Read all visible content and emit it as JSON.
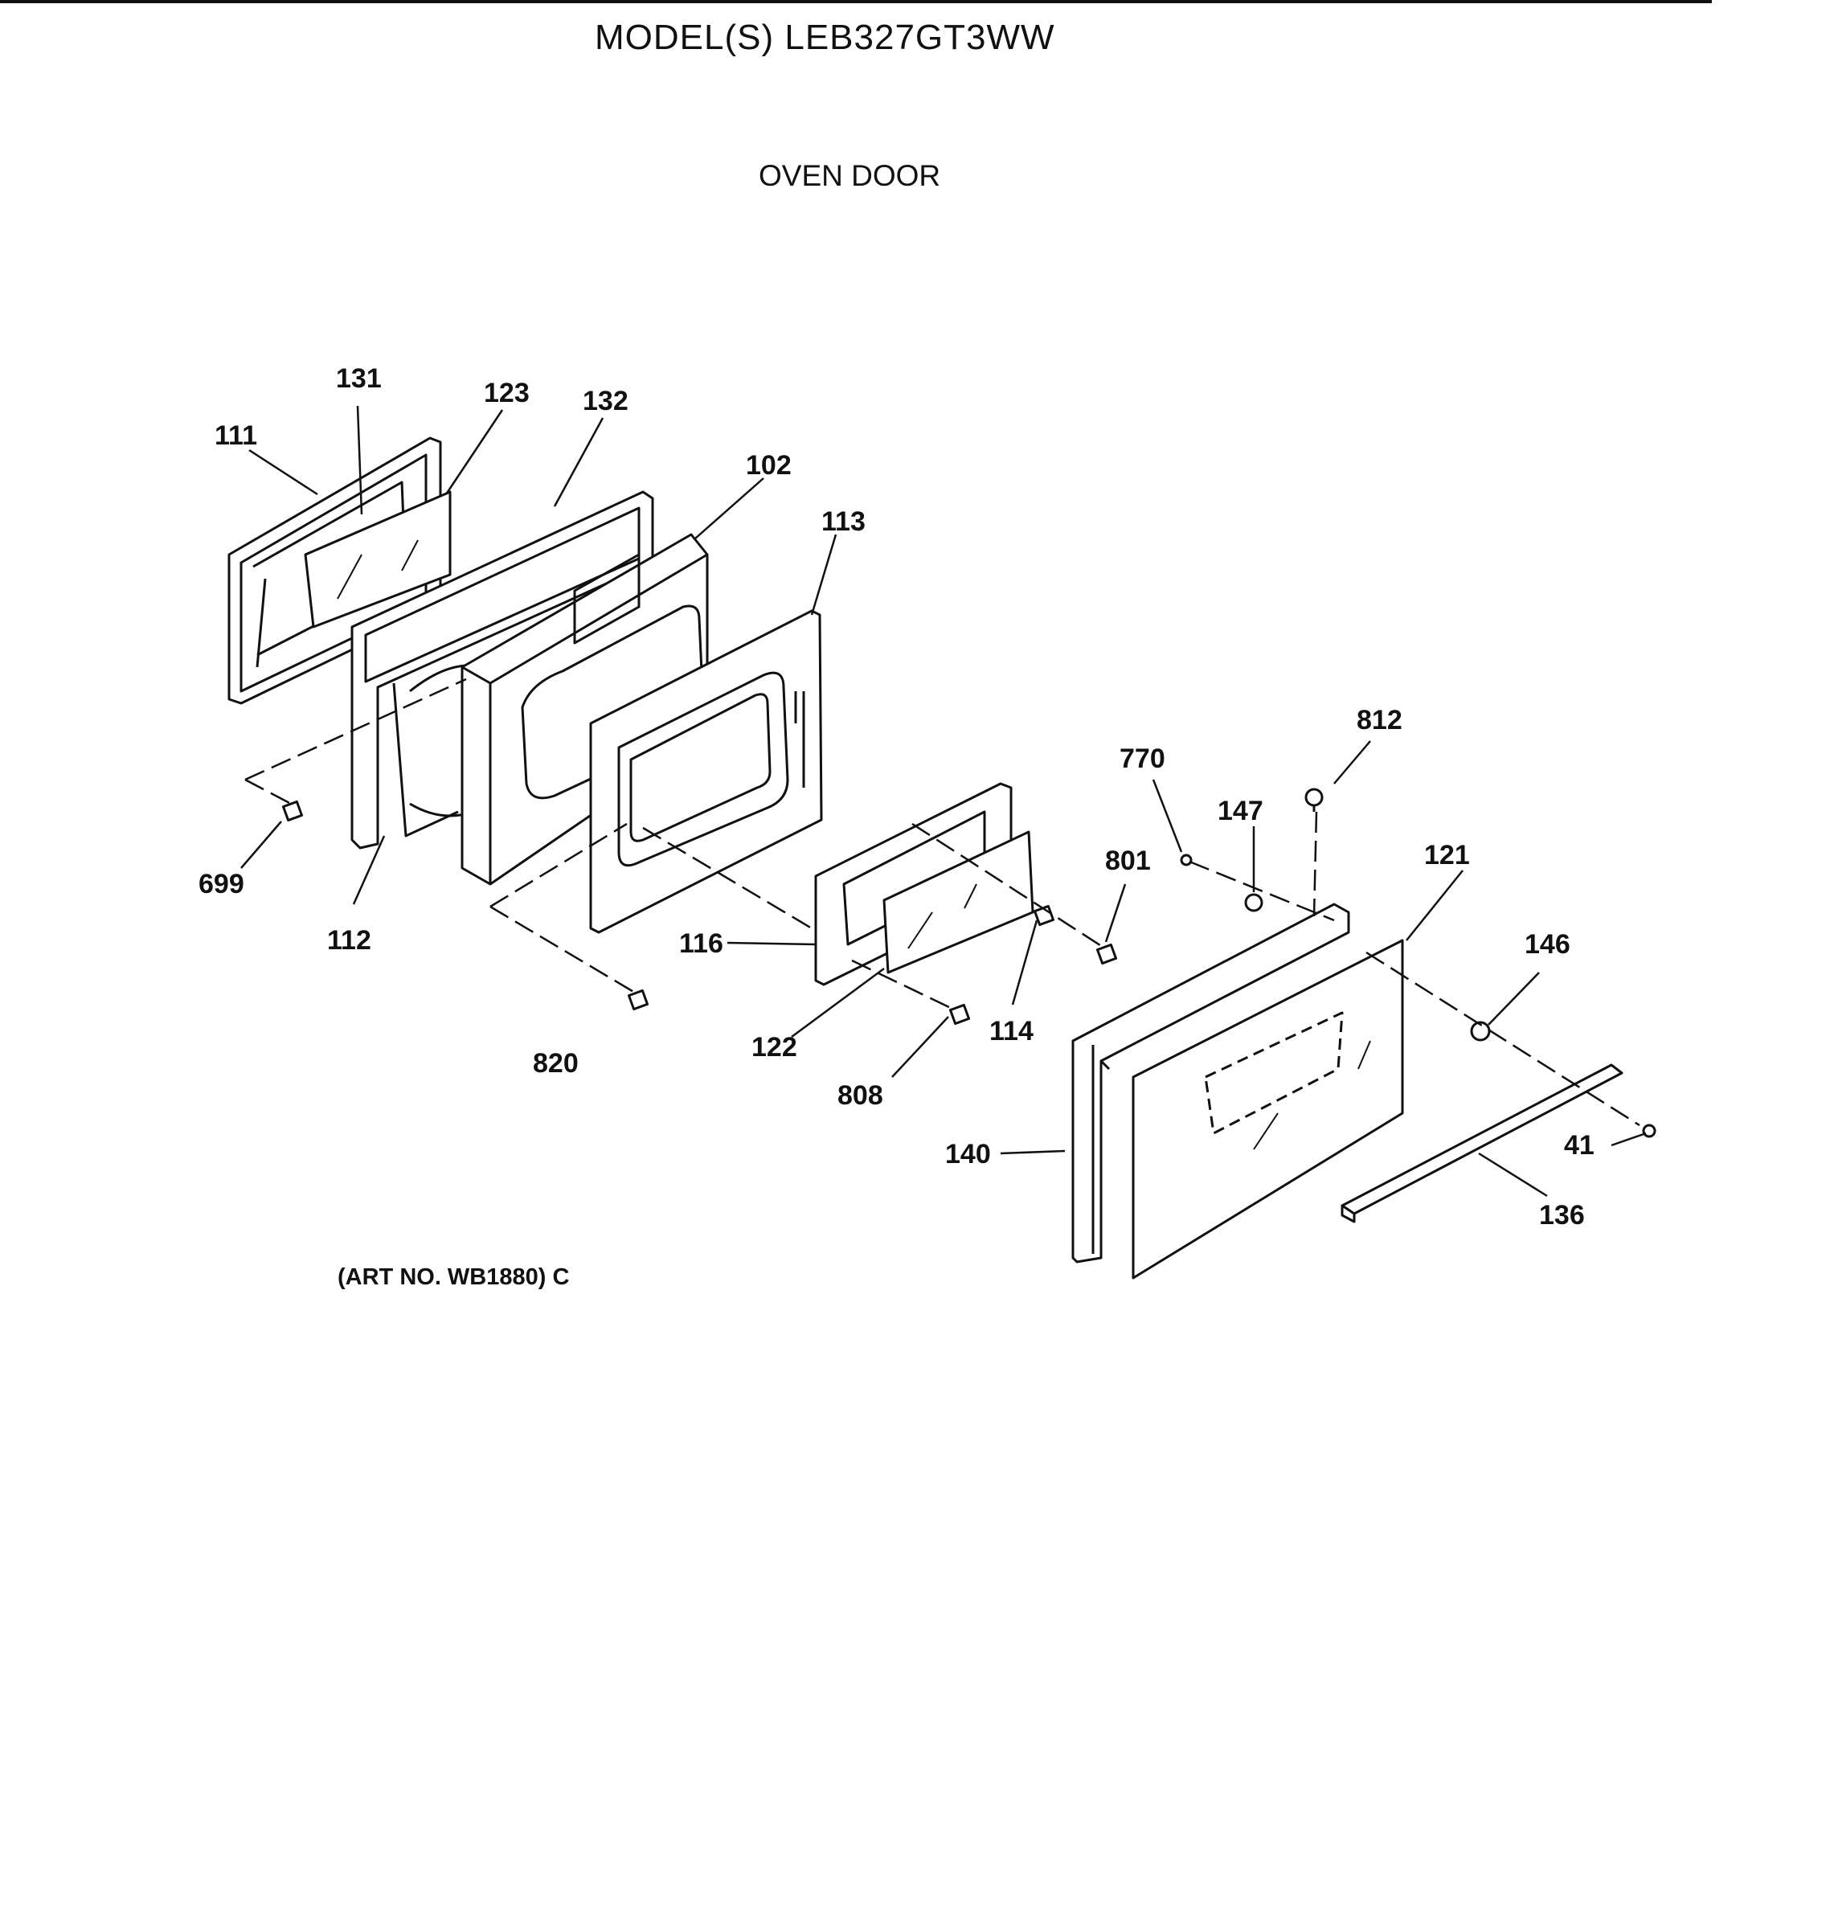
{
  "header": {
    "model": "MODEL(S) LEB327GT3WW",
    "section": "OVEN DOOR"
  },
  "art_number": "(ART NO. WB1880) C",
  "callouts": [
    {
      "id": "111",
      "label": "111"
    },
    {
      "id": "131",
      "label": "131"
    },
    {
      "id": "123",
      "label": "123"
    },
    {
      "id": "132",
      "label": "132"
    },
    {
      "id": "102",
      "label": "102"
    },
    {
      "id": "113",
      "label": "113"
    },
    {
      "id": "699",
      "label": "699"
    },
    {
      "id": "112",
      "label": "112"
    },
    {
      "id": "116",
      "label": "116"
    },
    {
      "id": "820",
      "label": "820"
    },
    {
      "id": "122",
      "label": "122"
    },
    {
      "id": "808",
      "label": "808"
    },
    {
      "id": "114",
      "label": "114"
    },
    {
      "id": "801",
      "label": "801"
    },
    {
      "id": "770",
      "label": "770"
    },
    {
      "id": "147",
      "label": "147"
    },
    {
      "id": "812",
      "label": "812"
    },
    {
      "id": "121",
      "label": "121"
    },
    {
      "id": "146",
      "label": "146"
    },
    {
      "id": "140",
      "label": "140"
    },
    {
      "id": "41",
      "label": "41"
    },
    {
      "id": "136",
      "label": "136"
    }
  ]
}
